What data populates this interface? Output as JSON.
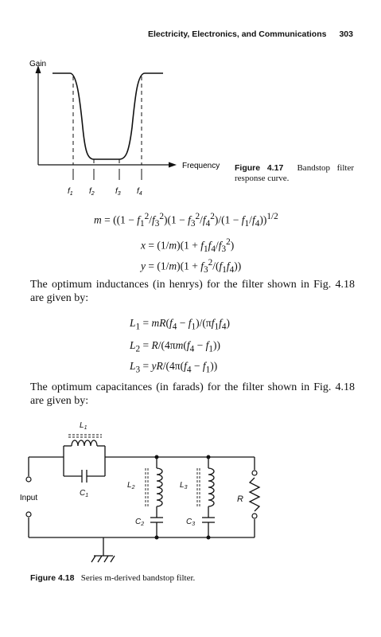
{
  "header": {
    "title": "Electricity, Electronics, and Communications",
    "page_number": "303"
  },
  "figure_4_17": {
    "y_axis_label": "Gain",
    "x_axis_label": "Frequency",
    "f_marks": [
      "f1",
      "f2",
      "f3",
      "f4"
    ],
    "caption_number": "Figure 4.17",
    "caption_text": "Bandstop filter response curve."
  },
  "equations_1": [
    "m = ((1 − f1²/f3²)(1 − f3²/f4²)/(1 − f1/f4))^1/2",
    "x = (1/m)(1 + f1f4/f3²)",
    "y = (1/m)(1 + f3²/(f1f4))"
  ],
  "paragraph_1": "The optimum inductances (in henrys) for the filter shown in Fig. 4.18 are given by:",
  "equations_2": [
    "L1 = mR(f4 − f1)/(πf1f4)",
    "L2 = R/(4πm(f4 − f1))",
    "L3 = yR/(4π(f4 − f1))"
  ],
  "paragraph_2": "The optimum capacitances (in farads) for the filter shown in Fig. 4.18 are given by:",
  "figure_4_18": {
    "labels": {
      "L1": "L1",
      "C1": "C1",
      "L2": "L2",
      "L3": "L3",
      "C2": "C2",
      "C3": "C3",
      "R": "R",
      "input": "Input"
    },
    "caption_number": "Figure 4.18",
    "caption_text": "Series m-derived bandstop filter."
  }
}
